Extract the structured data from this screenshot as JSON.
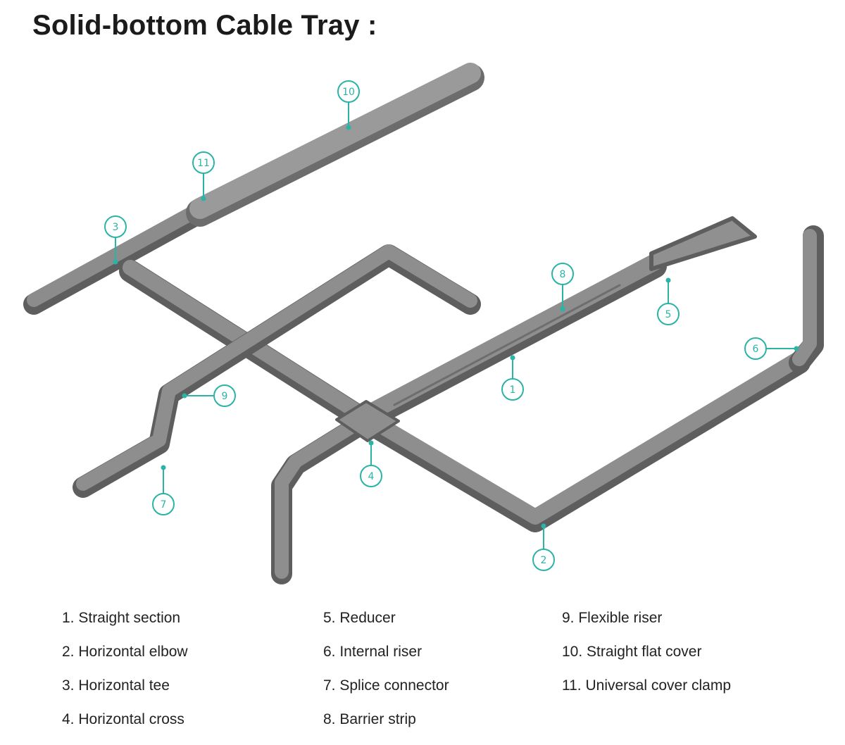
{
  "title": "Solid-bottom Cable Tray :",
  "colors": {
    "accent": "#2bb3a6",
    "tray_top": "#8e8e8e",
    "tray_side": "#6f6f6f",
    "tray_dark": "#585858",
    "cover": "#9a9a9a"
  },
  "callouts": [
    {
      "num": "1"
    },
    {
      "num": "2"
    },
    {
      "num": "3"
    },
    {
      "num": "4"
    },
    {
      "num": "5"
    },
    {
      "num": "6"
    },
    {
      "num": "7"
    },
    {
      "num": "8"
    },
    {
      "num": "9"
    },
    {
      "num": "10"
    },
    {
      "num": "11"
    }
  ],
  "legend": {
    "columns": [
      [
        "1. Straight section",
        "2. Horizontal elbow",
        "3. Horizontal tee",
        "4. Horizontal cross"
      ],
      [
        "5. Reducer",
        "6. Internal riser",
        "7. Splice connector",
        "8. Barrier strip"
      ],
      [
        "9. Flexible riser",
        "10. Straight flat cover",
        "11. Universal cover clamp"
      ]
    ]
  }
}
